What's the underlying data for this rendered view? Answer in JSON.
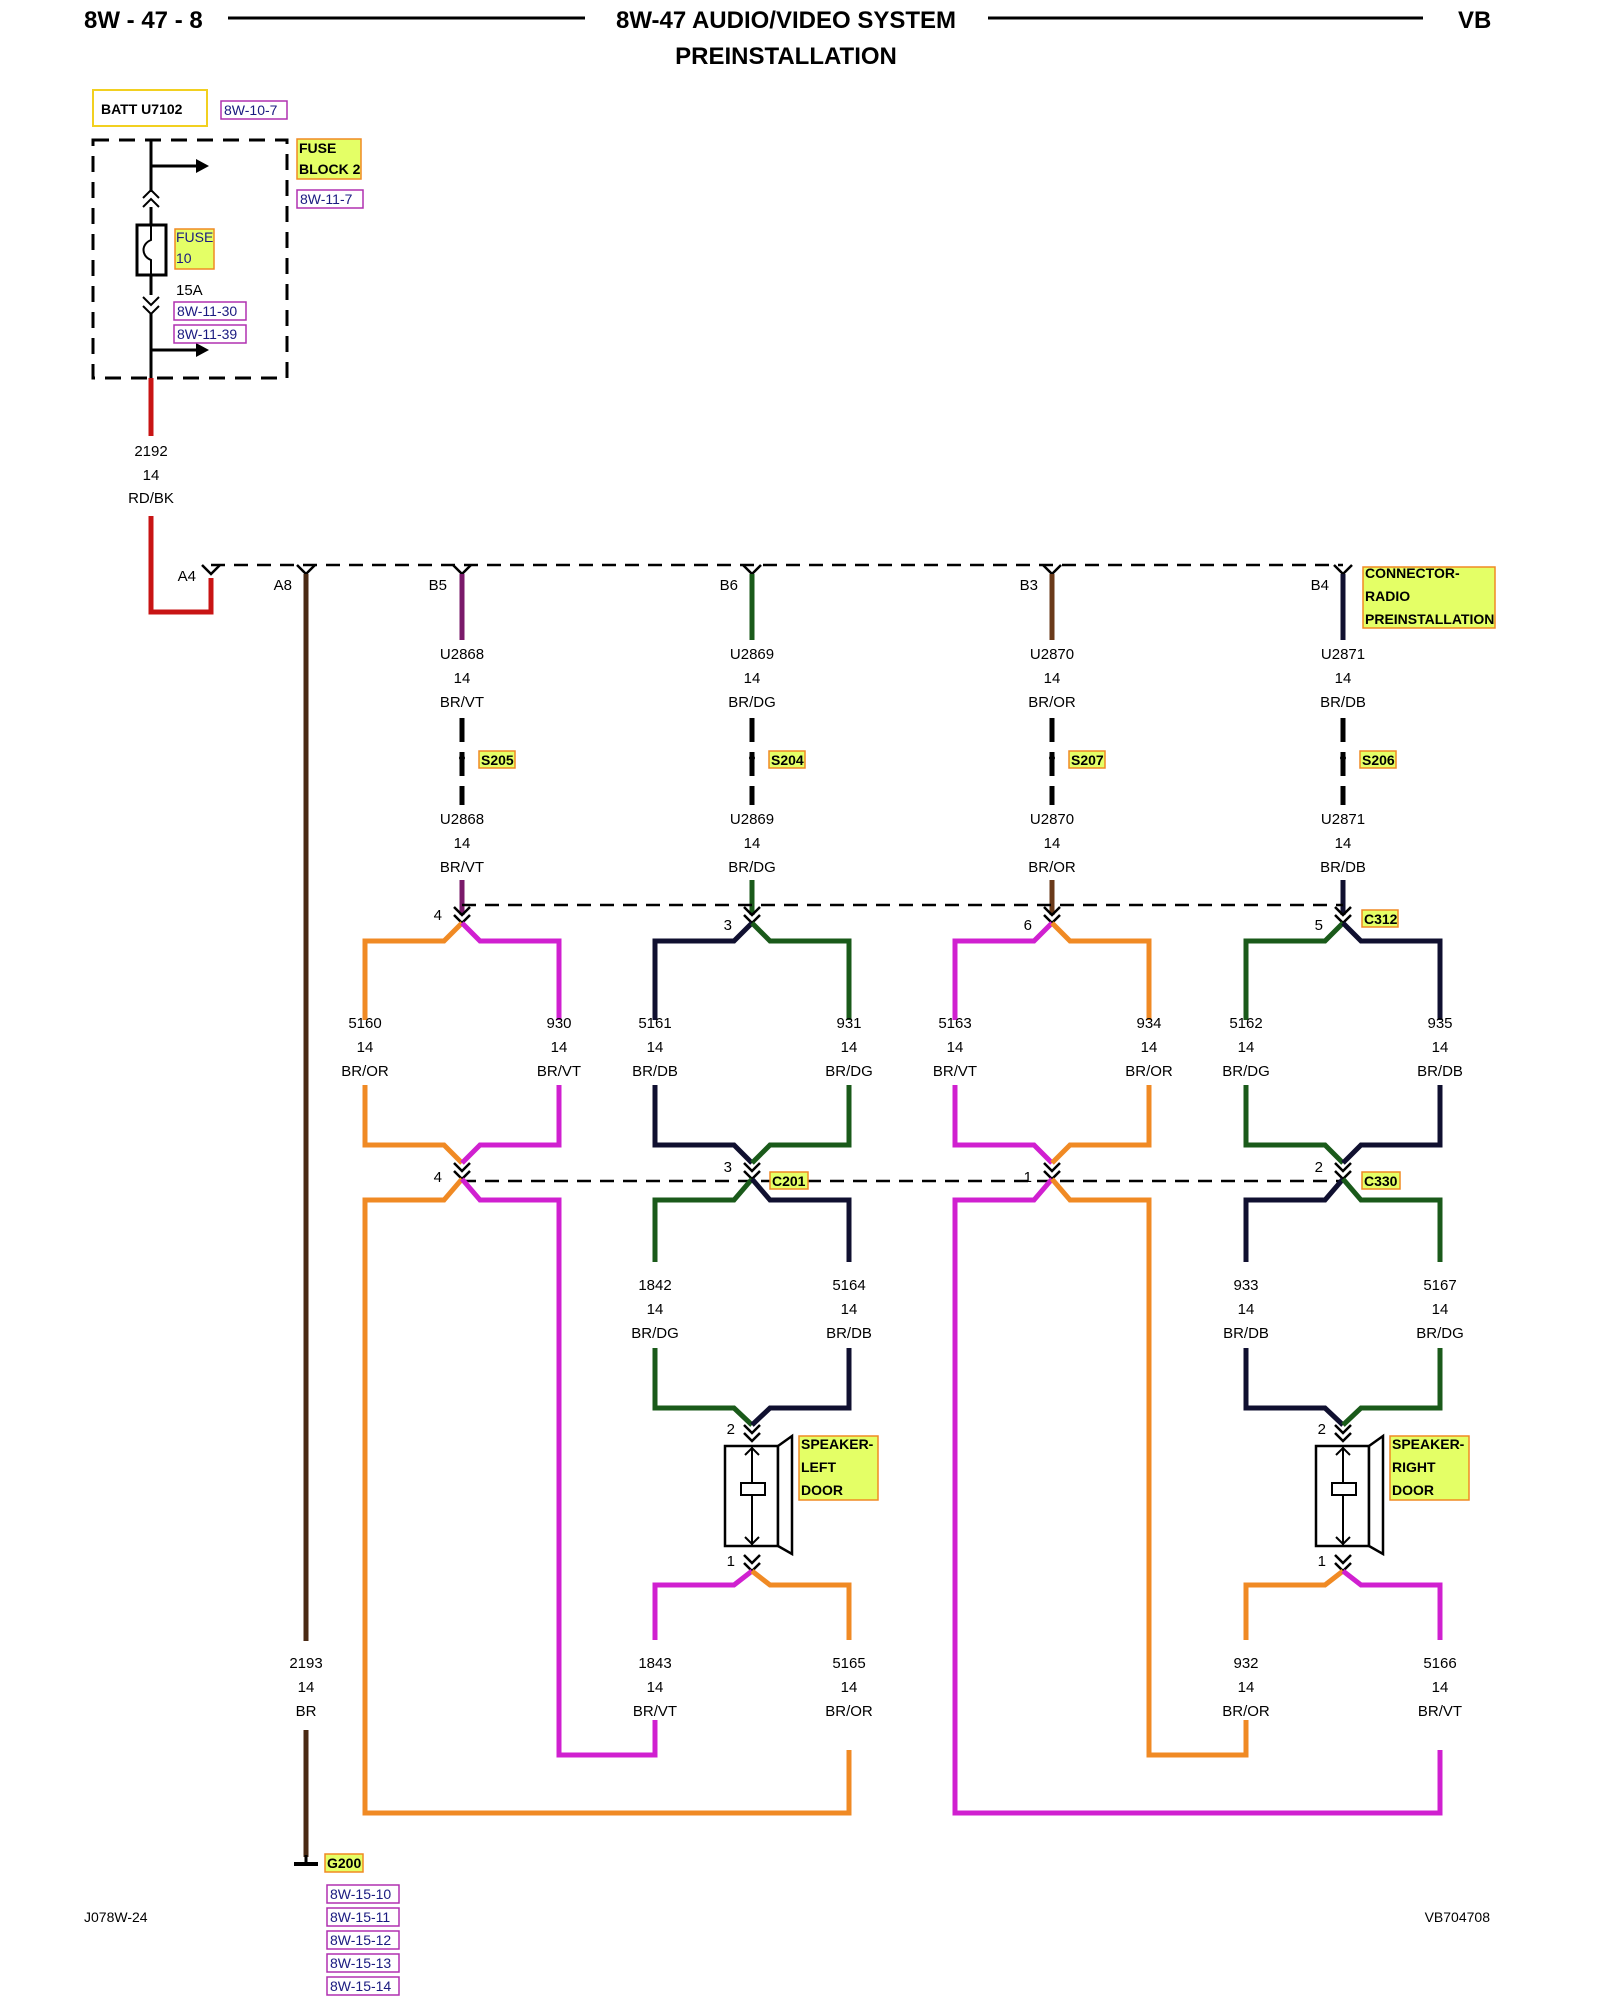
{
  "header": {
    "page_number": "8W - 47 - 8",
    "title_line1": "8W-47 AUDIO/VIDEO SYSTEM",
    "title_line2": "PREINSTALLATION",
    "code": "VB"
  },
  "power": {
    "batt_label": "BATT U7102",
    "batt_ref": "8W-10-7",
    "fuse_block_line1": "FUSE",
    "fuse_block_line2": "BLOCK 2",
    "fuse_block_ref": "8W-11-7",
    "fuse_line1": "FUSE",
    "fuse_line2": "10",
    "fuse_rating": "15A",
    "fuse_refs": [
      "8W-11-30",
      "8W-11-39"
    ],
    "feed_circuit": "2192",
    "feed_gauge": "14",
    "feed_color": "RD/BK"
  },
  "radio_connector": {
    "name_lines": [
      "CONNECTOR-",
      "RADIO",
      "PREINSTALLATION"
    ],
    "pins": [
      "A4",
      "A8",
      "B5",
      "B6",
      "B3",
      "B4"
    ]
  },
  "ground": {
    "circuit": "2193",
    "gauge": "14",
    "color": "BR",
    "name": "G200",
    "refs": [
      "8W-15-10",
      "8W-15-11",
      "8W-15-12",
      "8W-15-13",
      "8W-15-14"
    ]
  },
  "upper_wires": [
    {
      "circuit": "U2868",
      "gauge": "14",
      "color": "BR/VT",
      "splice": "S205"
    },
    {
      "circuit": "U2869",
      "gauge": "14",
      "color": "BR/DG",
      "splice": "S204"
    },
    {
      "circuit": "U2870",
      "gauge": "14",
      "color": "BR/OR",
      "splice": "S207"
    },
    {
      "circuit": "U2871",
      "gauge": "14",
      "color": "BR/DB",
      "splice": "S206"
    }
  ],
  "c312": {
    "name": "C312",
    "pins": [
      "4",
      "3",
      "6",
      "5"
    ]
  },
  "mid_wires": [
    {
      "circuit": "5160",
      "gauge": "14",
      "color": "BR/OR"
    },
    {
      "circuit": "930",
      "gauge": "14",
      "color": "BR/VT"
    },
    {
      "circuit": "5161",
      "gauge": "14",
      "color": "BR/DB"
    },
    {
      "circuit": "931",
      "gauge": "14",
      "color": "BR/DG"
    },
    {
      "circuit": "5163",
      "gauge": "14",
      "color": "BR/VT"
    },
    {
      "circuit": "934",
      "gauge": "14",
      "color": "BR/OR"
    },
    {
      "circuit": "5162",
      "gauge": "14",
      "color": "BR/DG"
    },
    {
      "circuit": "935",
      "gauge": "14",
      "color": "BR/DB"
    }
  ],
  "c201": {
    "name": "C201",
    "pins": [
      "4",
      "3"
    ]
  },
  "c330": {
    "name": "C330",
    "pins": [
      "1",
      "2"
    ]
  },
  "speaker_wires_top": [
    {
      "circuit": "1842",
      "gauge": "14",
      "color": "BR/DG"
    },
    {
      "circuit": "5164",
      "gauge": "14",
      "color": "BR/DB"
    },
    {
      "circuit": "933",
      "gauge": "14",
      "color": "BR/DB"
    },
    {
      "circuit": "5167",
      "gauge": "14",
      "color": "BR/DG"
    }
  ],
  "speaker_wires_bottom": [
    {
      "circuit": "1843",
      "gauge": "14",
      "color": "BR/VT"
    },
    {
      "circuit": "5165",
      "gauge": "14",
      "color": "BR/OR"
    },
    {
      "circuit": "932",
      "gauge": "14",
      "color": "BR/OR"
    },
    {
      "circuit": "5166",
      "gauge": "14",
      "color": "BR/VT"
    }
  ],
  "speaker_left": {
    "name_lines": [
      "SPEAKER-",
      "LEFT",
      "DOOR"
    ],
    "pin_top": "2",
    "pin_bottom": "1"
  },
  "speaker_right": {
    "name_lines": [
      "SPEAKER-",
      "RIGHT",
      "DOOR"
    ],
    "pin_top": "2",
    "pin_bottom": "1"
  },
  "footer": {
    "left_code": "J078W-24",
    "right_code": "VB704708"
  },
  "colors": {
    "red": "#c81414",
    "brown": "#4a2a14",
    "violet": "#d020d0",
    "orange": "#f08a24",
    "dark_green": "#1a5a1a",
    "dark_blue": "#101030",
    "highlight": "#e4ff66"
  }
}
